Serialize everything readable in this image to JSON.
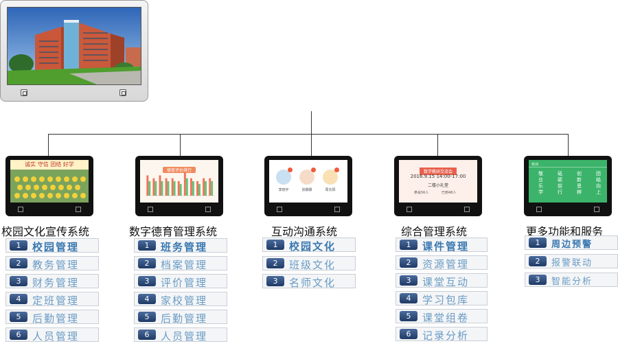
{
  "columns": [
    {
      "title": "校园文化宣传系统",
      "screen": {
        "banner": "诚实 守信 团结 好学"
      },
      "items": [
        {
          "num": "1",
          "label": "校园管理"
        },
        {
          "num": "2",
          "label": "教务管理"
        },
        {
          "num": "3",
          "label": "财务管理"
        },
        {
          "num": "4",
          "label": "定班管理"
        },
        {
          "num": "5",
          "label": "后勤管理"
        },
        {
          "num": "6",
          "label": "人员管理"
        }
      ]
    },
    {
      "title": "数字德育管理系统",
      "screen": {
        "heading": "德育评价排行"
      },
      "items": [
        {
          "num": "1",
          "label": "班务管理"
        },
        {
          "num": "2",
          "label": "档案管理"
        },
        {
          "num": "3",
          "label": "评价管理"
        },
        {
          "num": "4",
          "label": "家校管理"
        },
        {
          "num": "5",
          "label": "后勤管理"
        },
        {
          "num": "6",
          "label": "人员管理"
        }
      ]
    },
    {
      "title": "互动沟通系统",
      "screen": {
        "people": [
          "李晓宇",
          "张娜娜",
          "周东阳"
        ]
      },
      "items": [
        {
          "num": "1",
          "label": "校园文化"
        },
        {
          "num": "2",
          "label": "班级文化"
        },
        {
          "num": "3",
          "label": "名师文化"
        }
      ]
    },
    {
      "title": "综合管理系统",
      "screen": {
        "banner": "数学教研交流会",
        "time": "2016.9.15 14:00-17:00",
        "place": "二楼小礼堂",
        "attend": "参会56人",
        "arrived": "已到48人"
      },
      "items": [
        {
          "num": "1",
          "label": "课件管理"
        },
        {
          "num": "2",
          "label": "资源管理"
        },
        {
          "num": "3",
          "label": "课堂互动"
        },
        {
          "num": "4",
          "label": "学习包库"
        },
        {
          "num": "5",
          "label": "课堂组卷"
        },
        {
          "num": "6",
          "label": "记录分析"
        }
      ]
    },
    {
      "title": "更多功能和服务",
      "screen": {
        "label": "校训",
        "lines": [
          "敬业乐学",
          "砥砺前行",
          "创新思辨",
          "团结向上"
        ]
      },
      "items": [
        {
          "num": "1",
          "label": "周边预警"
        },
        {
          "num": "2",
          "label": "报警联动"
        },
        {
          "num": "3",
          "label": "智能分析"
        }
      ]
    }
  ],
  "chart_data": {
    "type": "bar",
    "categories": [
      "",
      "",
      "",
      "",
      "",
      "",
      "",
      "",
      "",
      "",
      ""
    ],
    "series": [
      {
        "values": [
          7,
          6,
          7,
          6,
          6,
          5,
          8,
          6,
          5,
          6,
          6
        ]
      },
      {
        "values": [
          5,
          5,
          5,
          5,
          5,
          4,
          6,
          5,
          4,
          5,
          5
        ]
      }
    ],
    "colors": [
      "#f0725a",
      "#66c27a"
    ],
    "ylim": [
      0,
      9
    ]
  }
}
